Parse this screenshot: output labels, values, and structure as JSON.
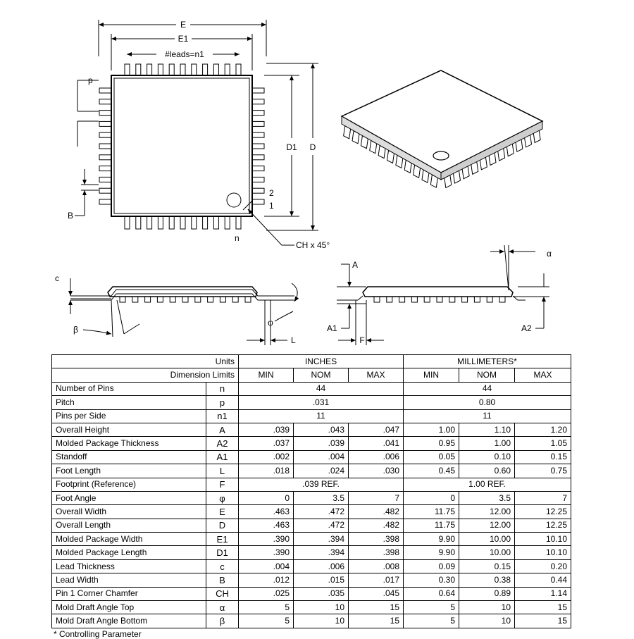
{
  "drawing": {
    "top_view": {
      "dim_E": "E",
      "dim_E1": "E1",
      "dim_leads": "#leads=n1",
      "dim_p": "p",
      "dim_D1": "D1",
      "dim_D": "D",
      "dim_B": "B",
      "pin_2": "2",
      "pin_1": "1",
      "pin_n": "n",
      "chamfer": "CH x 45°"
    },
    "side_view_left": {
      "dim_c": "c",
      "dim_beta": "β",
      "dim_phi": "φ",
      "dim_L": "L"
    },
    "side_view_right": {
      "dim_A": "A",
      "dim_A1": "A1",
      "dim_F": "F",
      "dim_A2": "A2",
      "dim_alpha": "α"
    }
  },
  "table": {
    "units_label": "Units",
    "inches_label": "INCHES",
    "mm_label": "MILLIMETERS*",
    "dimension_limits_label": "Dimension Limits",
    "sub_headers": [
      "MIN",
      "NOM",
      "MAX",
      "MIN",
      "NOM",
      "MAX"
    ],
    "merged_rows": [
      {
        "name": "Number of Pins",
        "symbol": "n",
        "in_nom": "44",
        "mm_nom": "44"
      },
      {
        "name": "Pitch",
        "symbol": "p",
        "in_nom": ".031",
        "mm_nom": "0.80"
      },
      {
        "name": "Pins per Side",
        "symbol": "n1",
        "in_nom": "11",
        "mm_nom": "11"
      }
    ],
    "rows": [
      {
        "name": "Overall Height",
        "symbol": "A",
        "in_min": ".039",
        "in_nom": ".043",
        "in_max": ".047",
        "mm_min": "1.00",
        "mm_nom": "1.10",
        "mm_max": "1.20"
      },
      {
        "name": "Molded Package Thickness",
        "symbol": "A2",
        "in_min": ".037",
        "in_nom": ".039",
        "in_max": ".041",
        "mm_min": "0.95",
        "mm_nom": "1.00",
        "mm_max": "1.05"
      },
      {
        "name": "Standoff",
        "symbol": "A1",
        "in_min": ".002",
        "in_nom": ".004",
        "in_max": ".006",
        "mm_min": "0.05",
        "mm_nom": "0.10",
        "mm_max": "0.15"
      },
      {
        "name": "Foot Length",
        "symbol": "L",
        "in_min": ".018",
        "in_nom": ".024",
        "in_max": ".030",
        "mm_min": "0.45",
        "mm_nom": "0.60",
        "mm_max": "0.75"
      }
    ],
    "footprint_row": {
      "name": "Footprint (Reference)",
      "symbol": "F",
      "in_value": ".039 REF.",
      "mm_value": "1.00 REF."
    },
    "rows2": [
      {
        "name": "Foot Angle",
        "symbol": "φ",
        "in_min": "0",
        "in_nom": "3.5",
        "in_max": "7",
        "mm_min": "0",
        "mm_nom": "3.5",
        "mm_max": "7"
      },
      {
        "name": "Overall Width",
        "symbol": "E",
        "in_min": ".463",
        "in_nom": ".472",
        "in_max": ".482",
        "mm_min": "11.75",
        "mm_nom": "12.00",
        "mm_max": "12.25"
      },
      {
        "name": "Overall Length",
        "symbol": "D",
        "in_min": ".463",
        "in_nom": ".472",
        "in_max": ".482",
        "mm_min": "11.75",
        "mm_nom": "12.00",
        "mm_max": "12.25"
      },
      {
        "name": "Molded Package Width",
        "symbol": "E1",
        "in_min": ".390",
        "in_nom": ".394",
        "in_max": ".398",
        "mm_min": "9.90",
        "mm_nom": "10.00",
        "mm_max": "10.10"
      },
      {
        "name": "Molded Package Length",
        "symbol": "D1",
        "in_min": ".390",
        "in_nom": ".394",
        "in_max": ".398",
        "mm_min": "9.90",
        "mm_nom": "10.00",
        "mm_max": "10.10"
      },
      {
        "name": "Lead Thickness",
        "symbol": "c",
        "in_min": ".004",
        "in_nom": ".006",
        "in_max": ".008",
        "mm_min": "0.09",
        "mm_nom": "0.15",
        "mm_max": "0.20"
      },
      {
        "name": "Lead Width",
        "symbol": "B",
        "in_min": ".012",
        "in_nom": ".015",
        "in_max": ".017",
        "mm_min": "0.30",
        "mm_nom": "0.38",
        "mm_max": "0.44"
      },
      {
        "name": "Pin 1 Corner Chamfer",
        "symbol": "CH",
        "in_min": ".025",
        "in_nom": ".035",
        "in_max": ".045",
        "mm_min": "0.64",
        "mm_nom": "0.89",
        "mm_max": "1.14"
      },
      {
        "name": "Mold Draft Angle Top",
        "symbol": "α",
        "in_min": "5",
        "in_nom": "10",
        "in_max": "15",
        "mm_min": "5",
        "mm_nom": "10",
        "mm_max": "15"
      },
      {
        "name": "Mold Draft Angle Bottom",
        "symbol": "β",
        "in_min": "5",
        "in_nom": "10",
        "in_max": "15",
        "mm_min": "5",
        "mm_nom": "10",
        "mm_max": "15"
      }
    ],
    "footnote": "* Controlling Parameter"
  }
}
